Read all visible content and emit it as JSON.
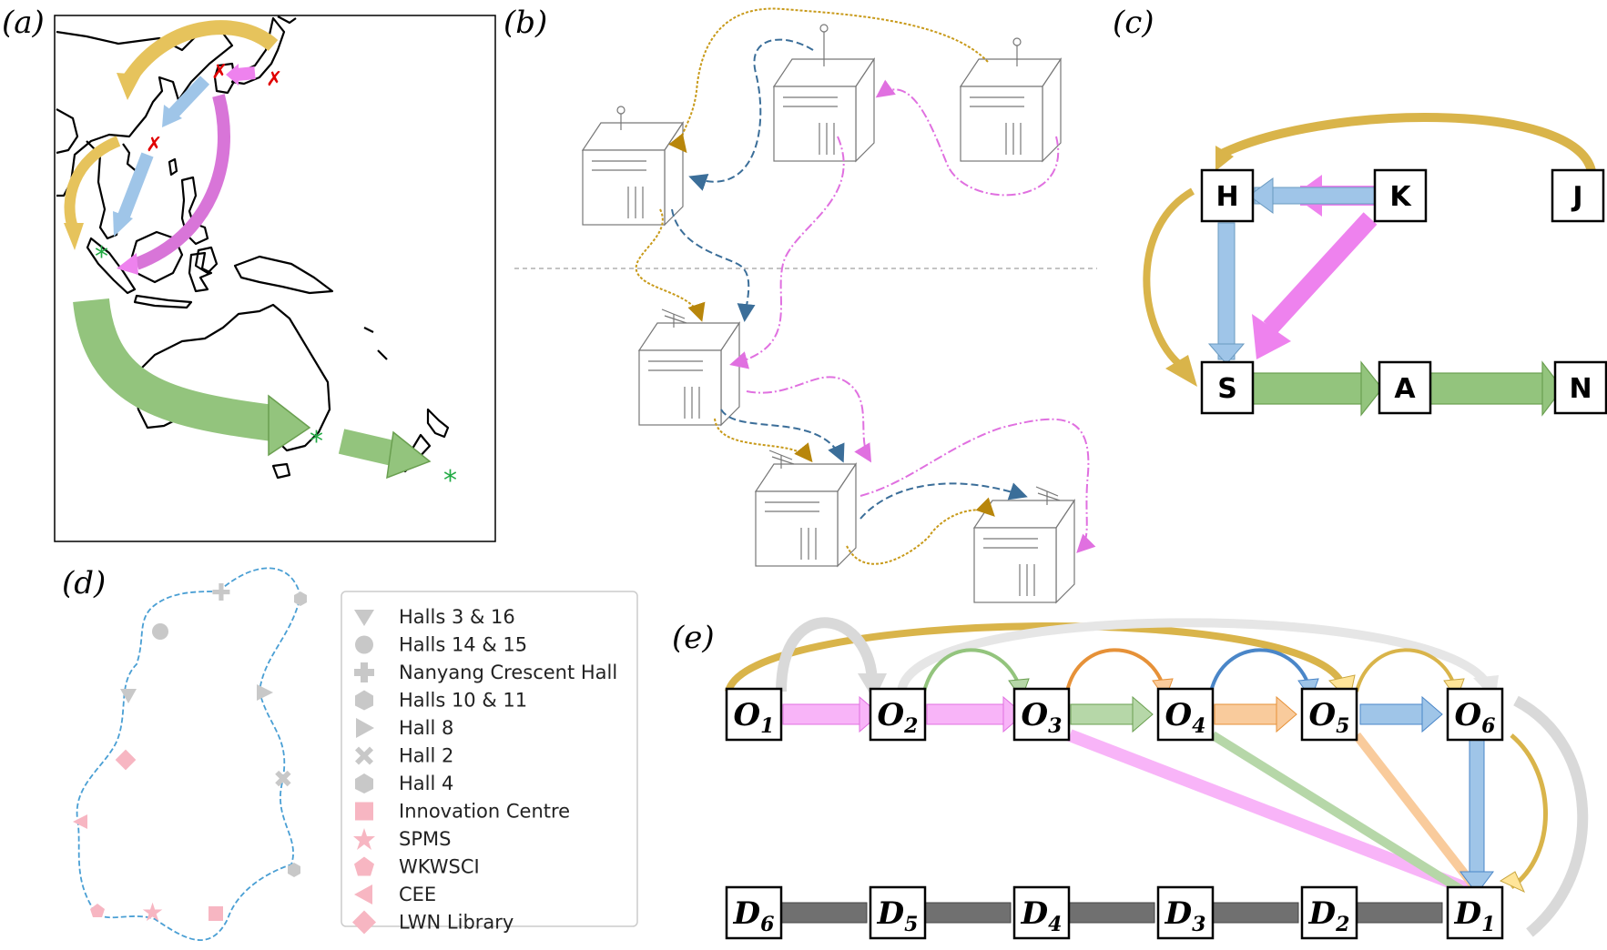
{
  "panels": {
    "a": "(a)",
    "b": "(b)",
    "c": "(c)",
    "d": "(d)",
    "e": "(e)"
  },
  "graph_c": {
    "nodes": [
      "H",
      "K",
      "J",
      "S",
      "A",
      "N"
    ]
  },
  "legend_d": {
    "items": [
      {
        "label": "Halls 3 & 16",
        "marker": "triangle-down",
        "color": "#c8c8c8"
      },
      {
        "label": "Halls 14 & 15",
        "marker": "circle",
        "color": "#c8c8c8"
      },
      {
        "label": "Nanyang Crescent Hall",
        "marker": "plus",
        "color": "#c8c8c8"
      },
      {
        "label": "Halls 10 & 11",
        "marker": "hexagon",
        "color": "#c8c8c8"
      },
      {
        "label": "Hall 8",
        "marker": "triangle-right",
        "color": "#c8c8c8"
      },
      {
        "label": "Hall 2",
        "marker": "x",
        "color": "#c8c8c8"
      },
      {
        "label": "Hall 4",
        "marker": "hexagon",
        "color": "#c8c8c8"
      },
      {
        "label": "Innovation Centre",
        "marker": "square",
        "color": "#f7b6c2"
      },
      {
        "label": "SPMS",
        "marker": "star",
        "color": "#f7b6c2"
      },
      {
        "label": "WKWSCI",
        "marker": "pentagon",
        "color": "#f7b6c2"
      },
      {
        "label": "CEE",
        "marker": "triangle-left",
        "color": "#f7b6c2"
      },
      {
        "label": "LWN Library",
        "marker": "diamond",
        "color": "#f7b6c2"
      }
    ]
  },
  "graph_e": {
    "origins": [
      {
        "base": "O",
        "sub": "1"
      },
      {
        "base": "O",
        "sub": "2"
      },
      {
        "base": "O",
        "sub": "3"
      },
      {
        "base": "O",
        "sub": "4"
      },
      {
        "base": "O",
        "sub": "5"
      },
      {
        "base": "O",
        "sub": "6"
      }
    ],
    "destinations": [
      {
        "base": "D",
        "sub": "6"
      },
      {
        "base": "D",
        "sub": "5"
      },
      {
        "base": "D",
        "sub": "4"
      },
      {
        "base": "D",
        "sub": "3"
      },
      {
        "base": "D",
        "sub": "2"
      },
      {
        "base": "D",
        "sub": "1"
      }
    ]
  },
  "colors": {
    "gold": "#d9b44a",
    "blue": "#9fc5e8",
    "pink": "#ee82ee",
    "green": "#93c47d",
    "orange": "#f6b26b",
    "light_green": "#b6d7a8",
    "grey": "#d9d9d9",
    "dark_grey": "#666666",
    "red_cross": "#e00000",
    "green_star": "#22aa44"
  }
}
